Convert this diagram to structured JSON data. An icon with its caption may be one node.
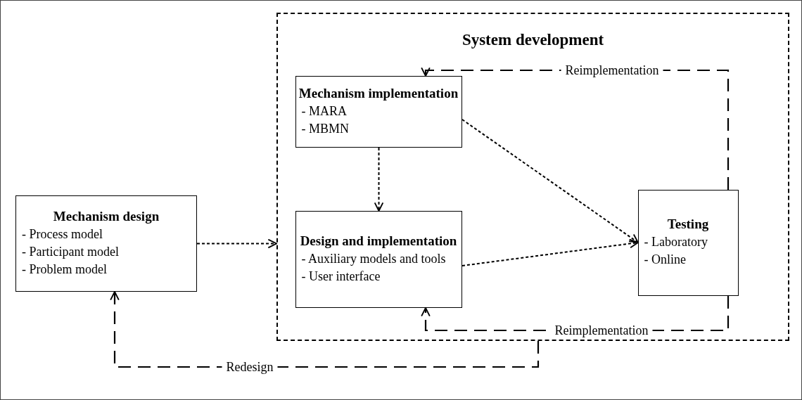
{
  "diagram": {
    "nodes": [
      {
        "text": [
          "Mechanism design",
          "- Process model",
          "- Participant model",
          "- Problem model"
        ]
      },
      {
        "text": [
          "System development"
        ]
      },
      {
        "text": [
          "Mechanism implementation",
          "- MARA",
          "- MBMN"
        ],
        "in": 1
      },
      {
        "text": [
          "Design and implementation",
          "- Auxiliary models and tools",
          "- User interface"
        ],
        "in": 1
      },
      {
        "text": [
          "Testing",
          "- Laboratory",
          "- Online"
        ],
        "in": 1
      }
    ],
    "edges": [
      {
        "from": 0,
        "to": 1,
        "arrow": "to"
      },
      {
        "from": 2,
        "to": 3,
        "arrow": "to"
      },
      {
        "from": 2,
        "to": 4,
        "arrow": "to"
      },
      {
        "from": 3,
        "to": 4,
        "arrow": "to"
      },
      {
        "from": 4,
        "to": 2,
        "arrow": "to",
        "label": "Reimplementation",
        "style": "dashed"
      },
      {
        "from": 4,
        "to": 3,
        "arrow": "to",
        "label": "Reimplementation",
        "style": "dashed"
      },
      {
        "from": 1,
        "to": 0,
        "arrow": "to",
        "label": "Redesign",
        "style": "dashed"
      }
    ]
  }
}
